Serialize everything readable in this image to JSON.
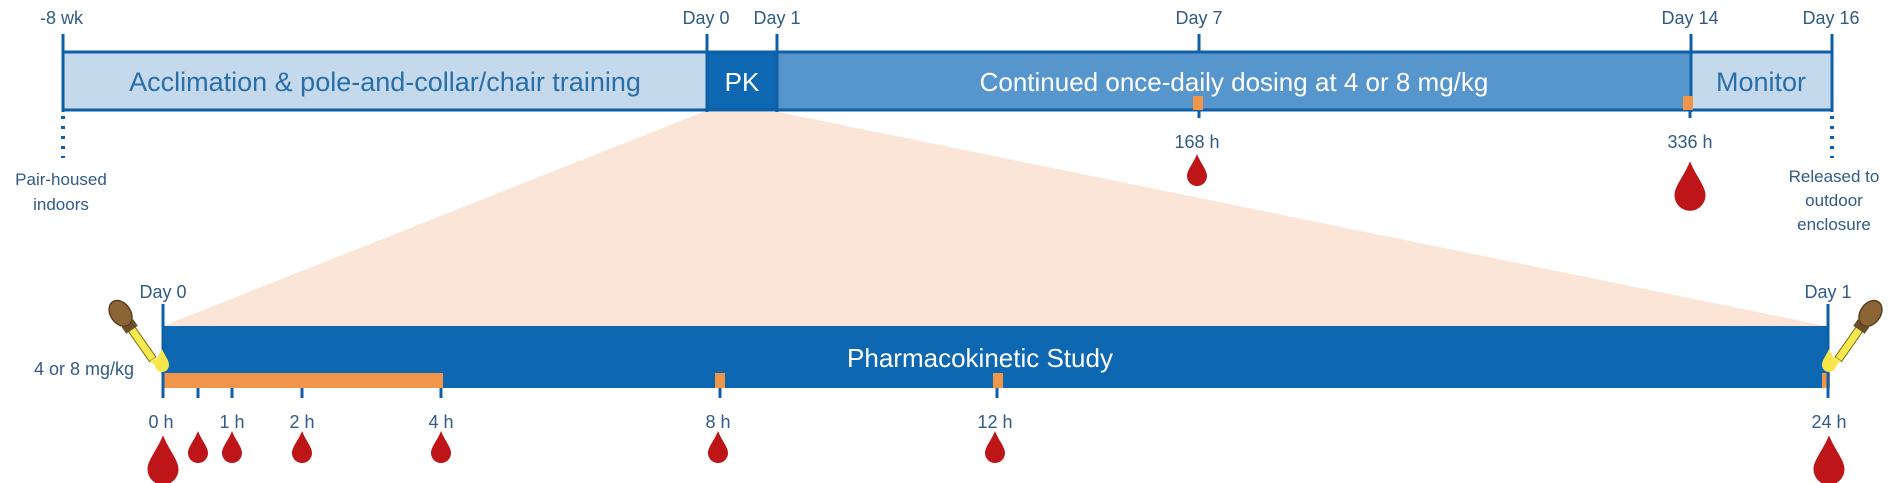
{
  "colors": {
    "bar_light": "#c5d9ec",
    "bar_mid": "#5796cc",
    "bar_dark": "#0d67b1",
    "outline": "#0e5fa8",
    "orange": "#f0954a",
    "blood": "#bd1518",
    "wedge": "#fbe5d6",
    "label": "#2f5b86"
  },
  "top_timeline": {
    "ticks": {
      "start": "-8 wk",
      "day0": "Day 0",
      "day1": "Day 1",
      "day7": "Day 7",
      "day14": "Day 14",
      "day16": "Day 16"
    },
    "segments": {
      "acclimation": "Acclimation & pole-and-collar/chair training",
      "pk": "PK",
      "dosing": "Continued once-daily dosing at 4 or 8 mg/kg",
      "monitor": "Monitor"
    },
    "samples": {
      "h168": "168 h",
      "h336": "336 h"
    },
    "notes": {
      "start_line1": "Pair-housed",
      "start_line2": "indoors",
      "end_line1": "Released to",
      "end_line2": "outdoor",
      "end_line3": "enclosure"
    }
  },
  "bottom_timeline": {
    "ticks": {
      "day0": "Day 0",
      "day1": "Day 1"
    },
    "title": "Pharmacokinetic Study",
    "dose": "4 or 8 mg/kg",
    "hours": [
      "0 h",
      "1 h",
      "2 h",
      "4 h",
      "8 h",
      "12 h",
      "24 h"
    ]
  }
}
